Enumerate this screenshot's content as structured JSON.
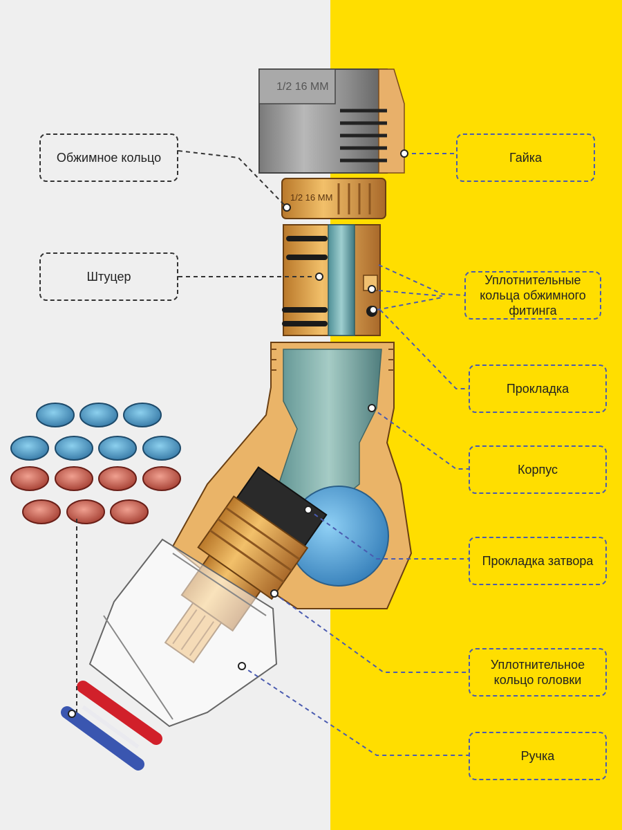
{
  "labels": {
    "compression_ring": "Обжимное кольцо",
    "fitting": "Штуцер",
    "nut": "Гайка",
    "fitting_seals": "Уплотнительные\nкольца обжимного\nфитинга",
    "gasket": "Прокладка",
    "body": "Корпус",
    "valve_gasket": "Прокладка затвора",
    "head_seal": "Уплотнительное\nкольцо головки",
    "handle": "Ручка"
  },
  "part_engravings": {
    "nut": "1/2 16 MM",
    "ring": "1/2 16 MM"
  },
  "colors": {
    "left_bg": "#efefef",
    "right_bg": "#ffde00",
    "brass": "#e0a84a",
    "steel": "#8d8d8d",
    "ball": "#4f9fd0",
    "cap_blue": "#3d8fc8",
    "cap_red": "#c8493f",
    "leader_left": "#333333",
    "leader_right": "#4a5bb0"
  }
}
